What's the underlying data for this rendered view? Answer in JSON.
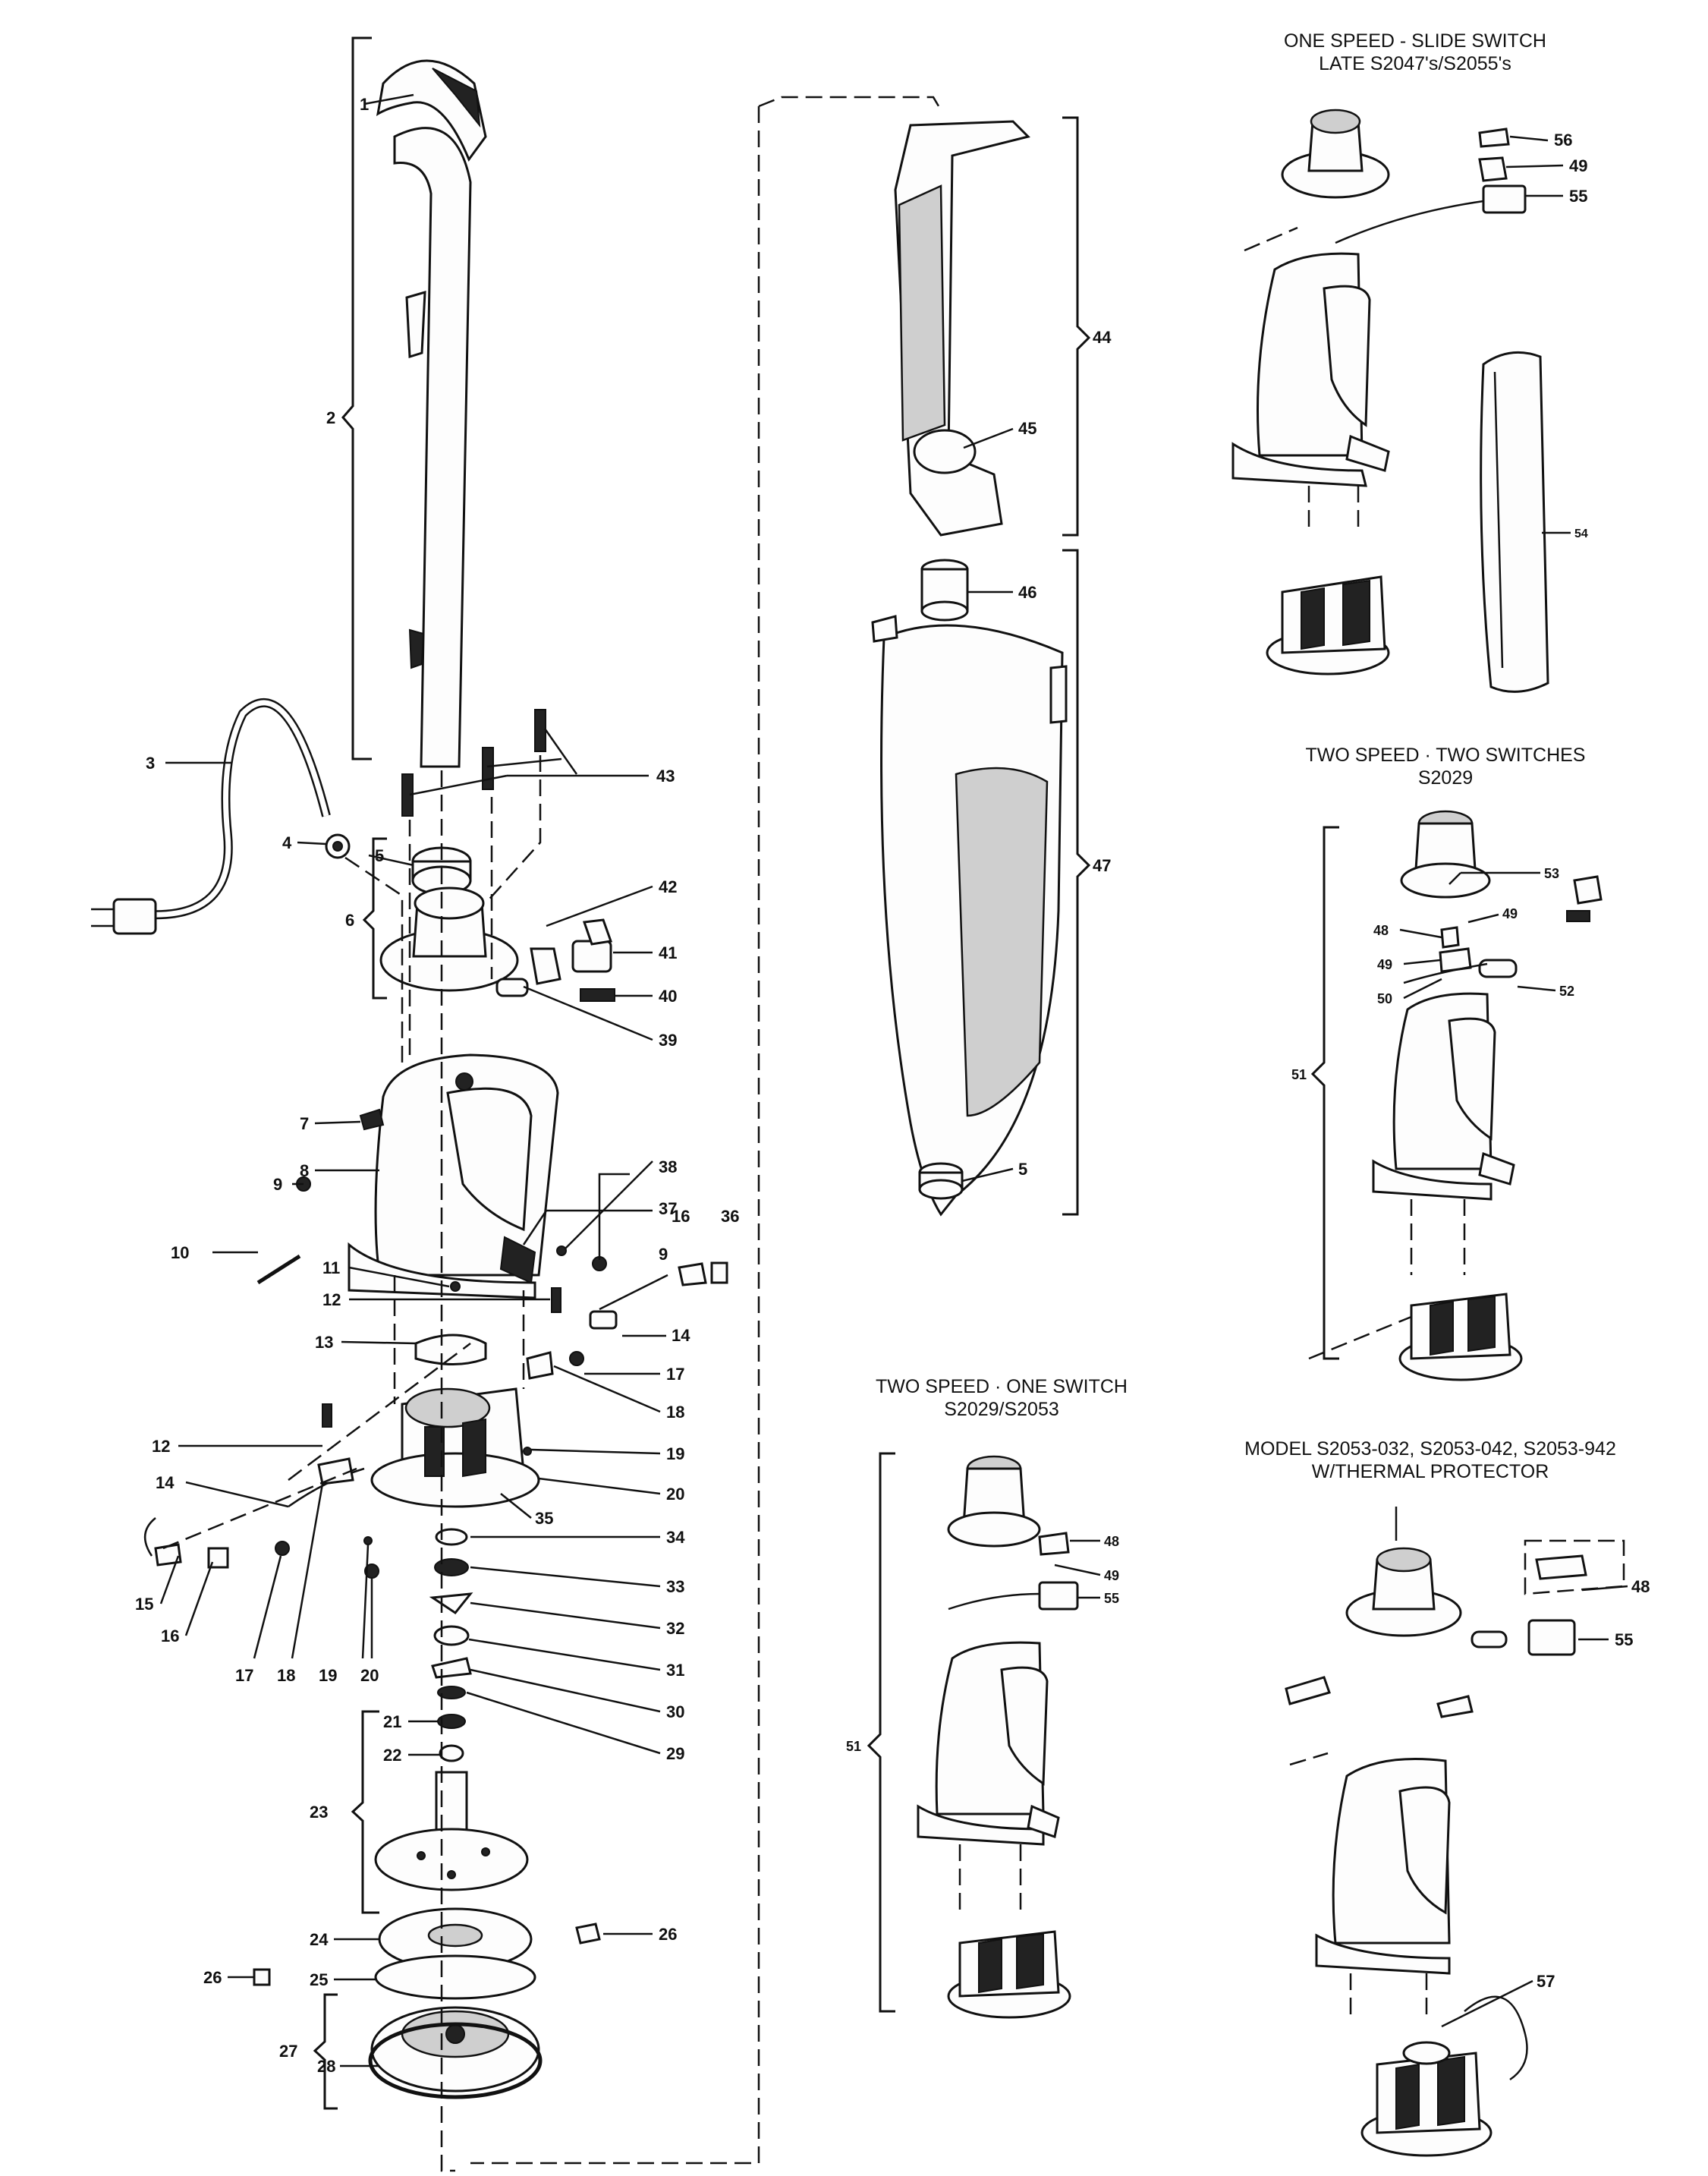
{
  "titles": {
    "one_speed_1": "ONE SPEED - SLIDE SWITCH",
    "one_speed_2": "LATE S2047's/S2055's",
    "two_two_1": "TWO SPEED · TWO SWITCHES",
    "two_two_2": "S2029",
    "two_one_1": "TWO SPEED · ONE SWITCH",
    "two_one_2": "S2029/S2053",
    "model_1": "MODEL S2053-032, S2053-042, S2053-942",
    "model_2": "W/THERMAL PROTECTOR"
  },
  "labels": {
    "p1": "1",
    "p2": "2",
    "p3": "3",
    "p4": "4",
    "p5a": "5",
    "p6": "6",
    "p7": "7",
    "p8": "8",
    "p9a": "9",
    "p9b": "9",
    "p10": "10",
    "p11": "11",
    "p12a": "12",
    "p12b": "12",
    "p13": "13",
    "p14a": "14",
    "p14b": "14",
    "p15": "15",
    "p16a": "16",
    "p16b": "16",
    "p17a": "17",
    "p17b": "17",
    "p18a": "18",
    "p18b": "18",
    "p19a": "19",
    "p19b": "19",
    "p20a": "20",
    "p20b": "20",
    "p21": "21",
    "p22": "22",
    "p23": "23",
    "p24": "24",
    "p25": "25",
    "p26a": "26",
    "p26b": "26",
    "p27": "27",
    "p28": "28",
    "p29": "29",
    "p30": "30",
    "p31": "31",
    "p32": "32",
    "p33": "33",
    "p34": "34",
    "p35": "35",
    "p36": "36",
    "p37": "37",
    "p38": "38",
    "p39": "39",
    "p40": "40",
    "p41": "41",
    "p42": "42",
    "p43": "43",
    "p44": "44",
    "p45": "45",
    "p46": "46",
    "p47": "47",
    "p5b": "5",
    "os56": "56",
    "os49": "49",
    "os55": "55",
    "os54": "54",
    "tt53": "53",
    "tt48": "48",
    "tt49a": "49",
    "tt49b": "49",
    "tt50": "50",
    "tt52": "52",
    "tt51": "51",
    "to48": "48",
    "to49": "49",
    "to55": "55",
    "to51": "51",
    "m48": "48",
    "m55": "55",
    "m57": "57"
  }
}
